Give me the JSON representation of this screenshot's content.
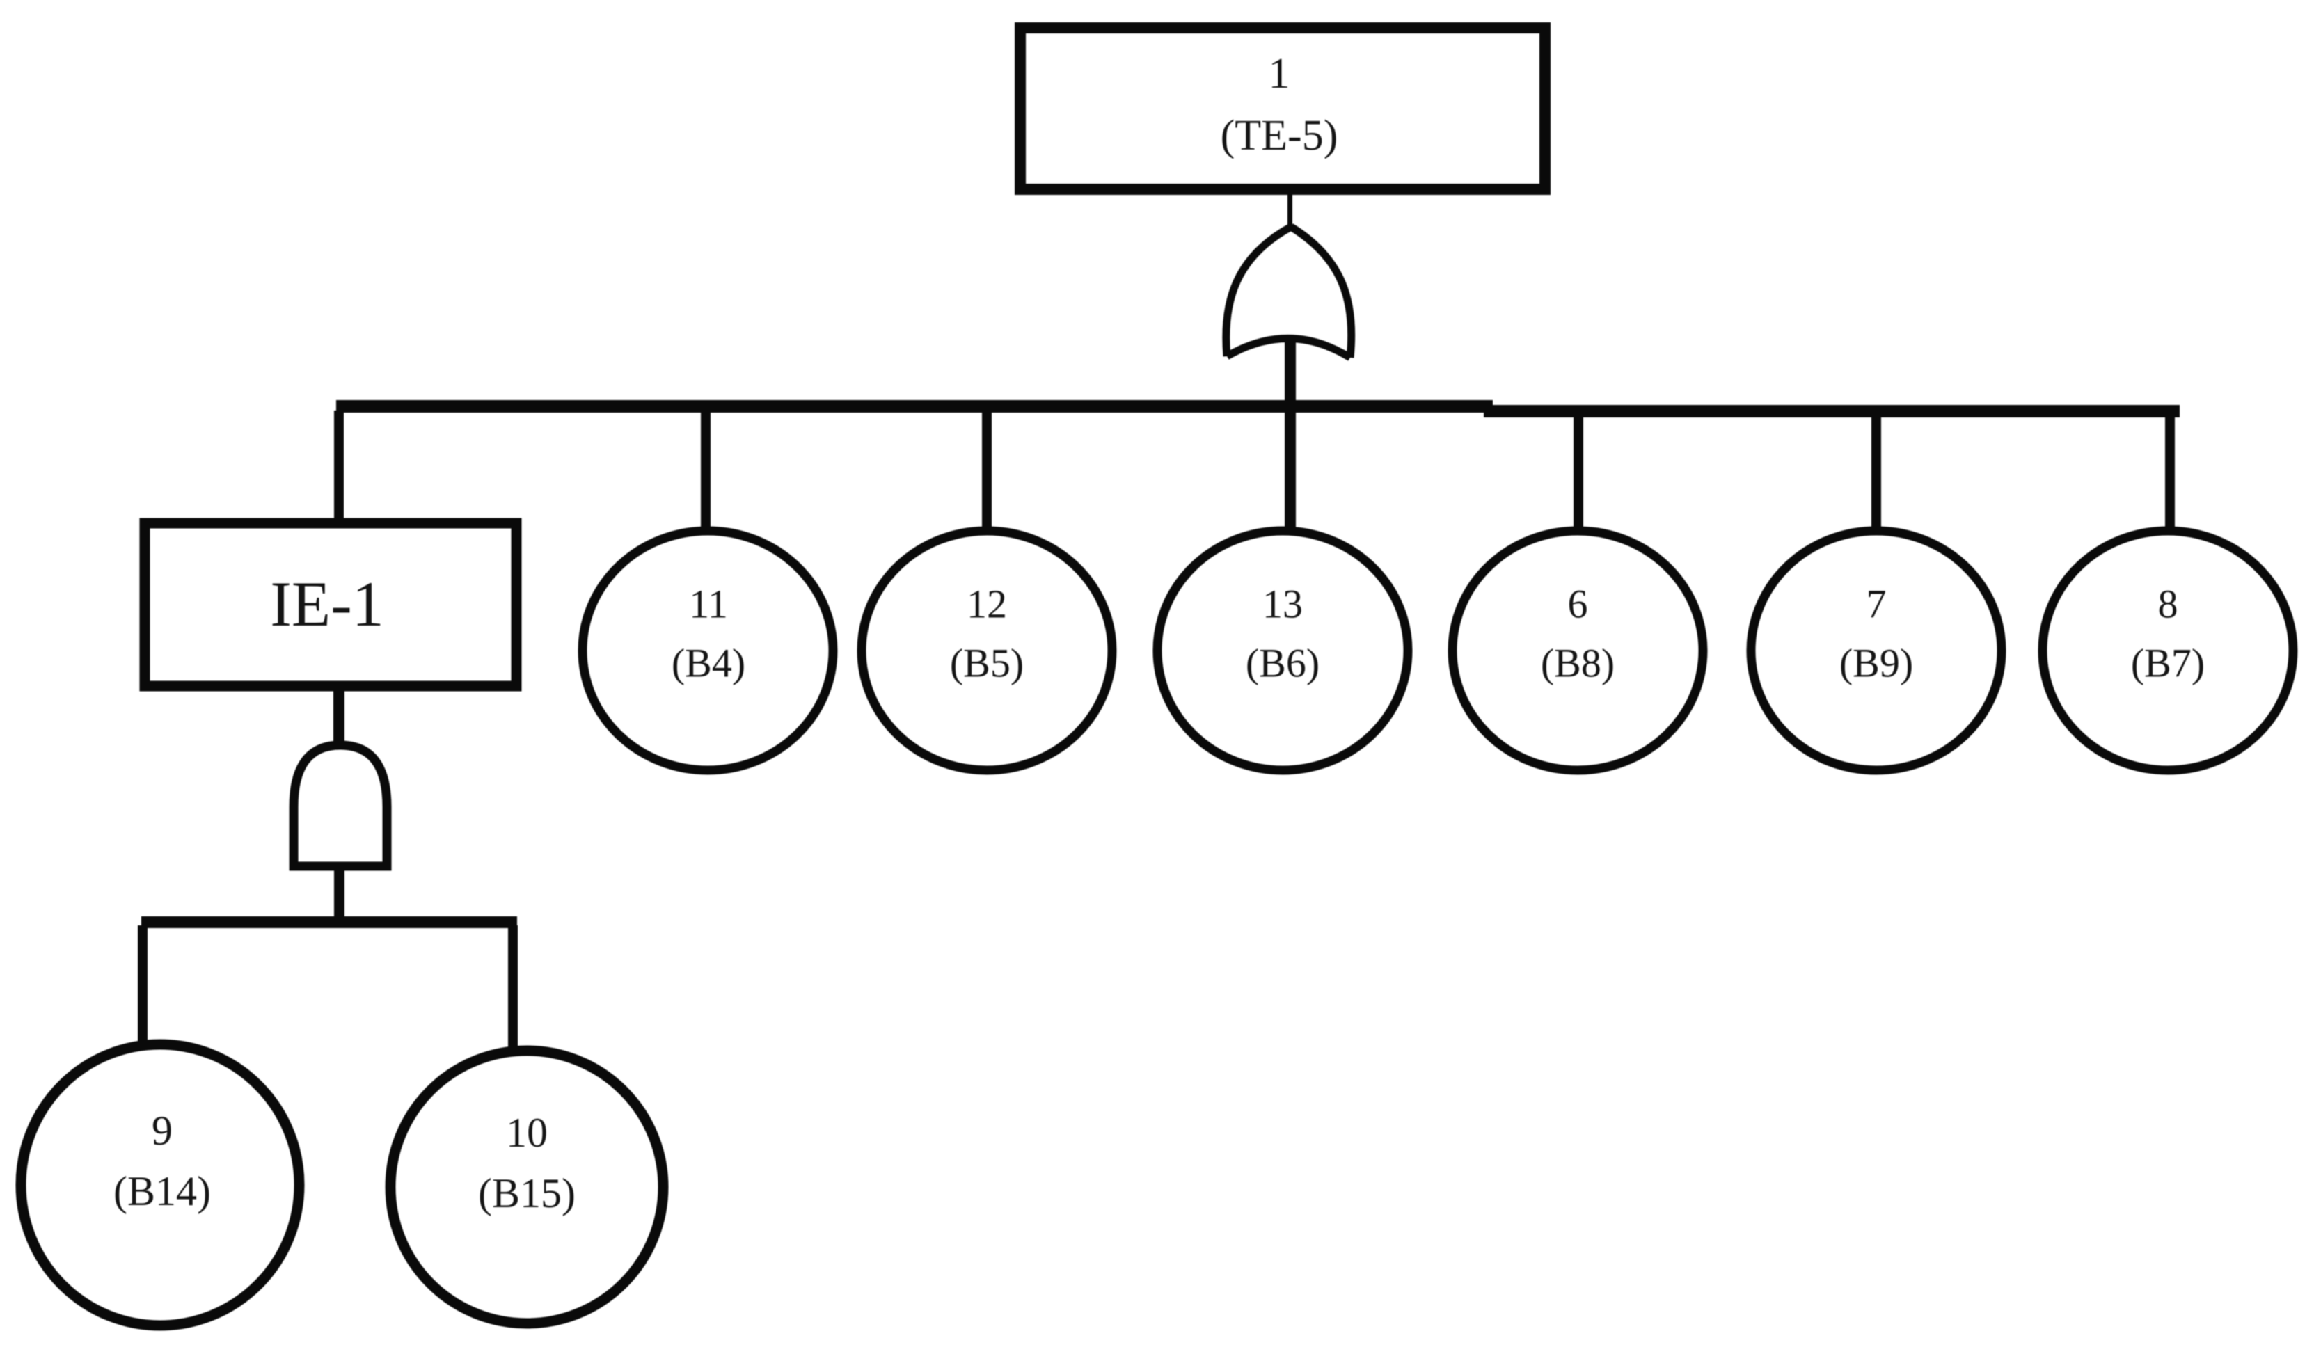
{
  "diagram": {
    "kind": "fault-tree",
    "top_event": {
      "id": "1",
      "code": "(TE-5)"
    },
    "or_gate": {
      "type": "OR"
    },
    "and_gate": {
      "type": "AND"
    },
    "intermediate_event": {
      "label": "IE-1"
    },
    "branch_events": [
      {
        "id": "11",
        "code": "(B4)"
      },
      {
        "id": "12",
        "code": "(B5)"
      },
      {
        "id": "13",
        "code": "(B6)"
      },
      {
        "id": "6",
        "code": "(B8)"
      },
      {
        "id": "7",
        "code": "(B9)"
      },
      {
        "id": "8",
        "code": "(B7)"
      }
    ],
    "and_events": [
      {
        "id": "9",
        "code": "(B14)"
      },
      {
        "id": "10",
        "code": "(B15)"
      }
    ],
    "colors": {
      "line": "#0a0a0a",
      "background": "#ffffff"
    }
  }
}
